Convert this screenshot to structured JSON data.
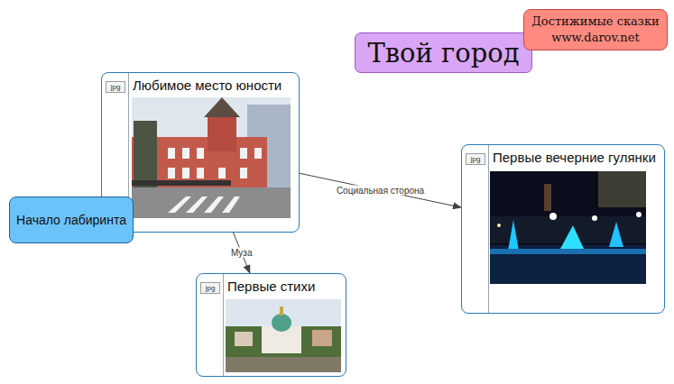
{
  "diagram": {
    "title": "Твой город",
    "nodes": [
      {
        "text": [
          "Достижимые сказки www.darov.net"
        ]
      },
      {
        "text": [
          "jpg",
          "Любимое место юности"
        ]
      },
      {
        "text": [
          "jpg",
          "Первые вечерние гулянки"
        ]
      },
      {
        "text": [
          "Начало лабиринта"
        ]
      },
      {
        "text": [
          "jpg",
          "Первые стихи"
        ]
      }
    ],
    "edges": [
      {
        "from": 1,
        "to": 2,
        "label": "Социальная сторона",
        "arrow": "to"
      },
      {
        "from": 1,
        "to": 4,
        "label": "Муза",
        "arrow": "to"
      }
    ]
  }
}
